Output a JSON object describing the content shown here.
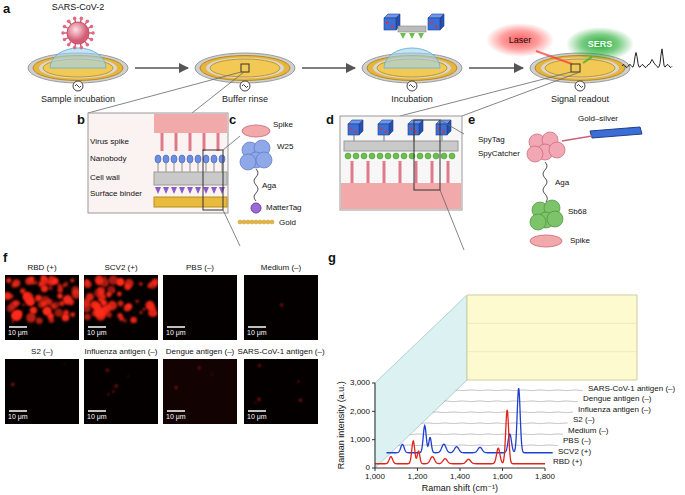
{
  "diagram": {
    "nodes": [
      {
        "text": [
          "Sample incubation"
        ]
      },
      {
        "text": [
          "Buffer rinse"
        ]
      },
      {
        "text": [
          "Incubation"
        ]
      },
      {
        "text": [
          "Signal readout"
        ]
      },
      {
        "text": [
          "RBD (+)",
          "10 μm"
        ]
      },
      {
        "text": [
          "SCV2 (+)",
          "10 μm"
        ]
      },
      {
        "text": [
          "PBS (–)",
          "10 μm"
        ]
      },
      {
        "text": [
          "Medium (–)",
          "10 μm"
        ]
      },
      {
        "text": [
          "S2 (–)",
          "10 μm"
        ]
      },
      {
        "text": [
          "Influenza antigen (–)",
          "10 μm"
        ]
      },
      {
        "text": [
          "Dengue antigen (–)",
          "10 μm"
        ]
      },
      {
        "text": [
          "SARS-CoV-1 antigen (–)",
          "10 μm"
        ]
      }
    ],
    "edges": [
      {
        "from": 0,
        "to": 1,
        "arrow": "to"
      },
      {
        "from": 1,
        "to": 2,
        "arrow": "to"
      },
      {
        "from": 2,
        "to": 3,
        "arrow": "to"
      }
    ],
    "labels": [
      "a",
      "SARS-CoV-2",
      "Laser",
      "SERS",
      "b",
      "Virus spike",
      "Nanobody",
      "Cell wall",
      "Surface binder",
      "c",
      "Spike",
      "W25",
      "Aga",
      "MatterTag",
      "Gold",
      "d",
      "e",
      "Gold–silver",
      "SpyTag",
      "SpyCatcher",
      "Aga",
      "Sb68",
      "Spike",
      "f",
      "g",
      "Raman intensity (a.u.)",
      "3,000",
      "2,000",
      "1,000",
      "0",
      "1,000",
      "1,200",
      "1,400",
      "1,600",
      "1,800",
      "Raman shift (cm⁻¹)",
      "SARS-CoV-1 antigen (–)",
      "Dengue antigen (–)",
      "Influenza antigen (–)",
      "S2 (–)",
      "Medium (–)",
      "PBS (–)",
      "SCV2 (+)",
      "RBD (+)"
    ]
  }
}
